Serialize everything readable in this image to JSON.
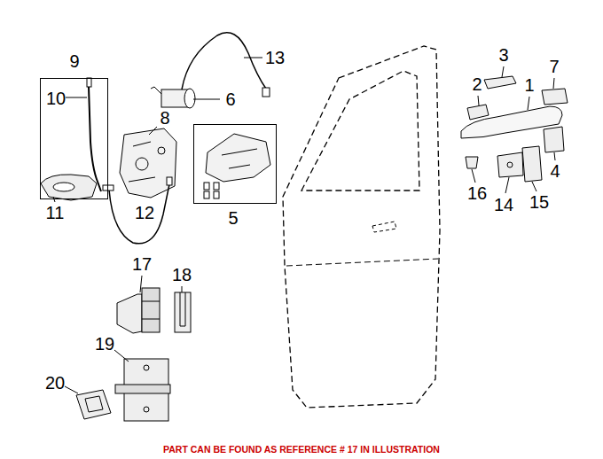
{
  "diagram": {
    "caption": "PART CAN BE FOUND AS REFERENCE # 17 IN ILLUSTRATION",
    "nodes": [
      {
        "text": [
          "9",
          "10"
        ]
      },
      {
        "text": [
          "5"
        ]
      }
    ],
    "labels": [
      "13",
      "8",
      "6",
      "3",
      "1",
      "2",
      "7",
      "4",
      "16",
      "14",
      "15",
      "11",
      "12",
      "17",
      "18",
      "19",
      "20"
    ]
  }
}
